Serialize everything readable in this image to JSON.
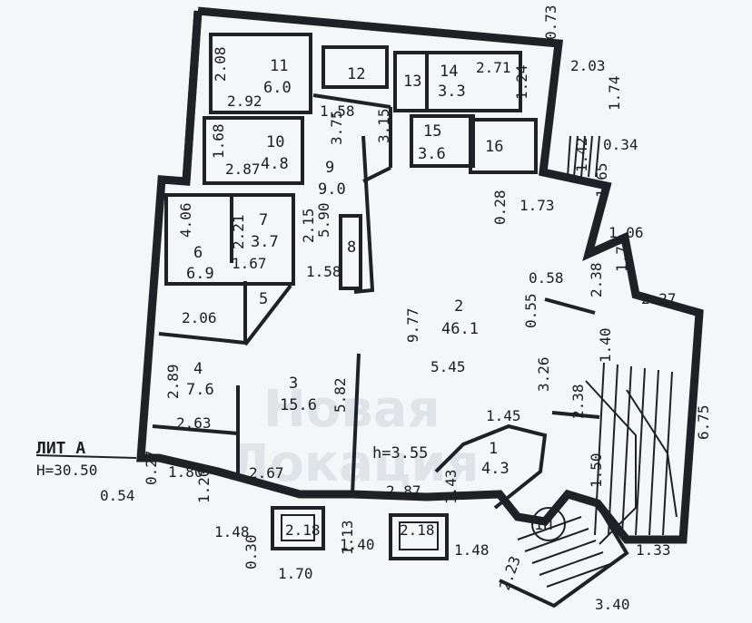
{
  "title": "ЛИТ А",
  "height_label": "Н=30.50",
  "ceiling": "h=3.55",
  "watermark": [
    "Новая",
    "Локация"
  ],
  "rooms": {
    "r1": {
      "num": "1",
      "area": "4.3"
    },
    "r2": {
      "num": "2",
      "area": "46.1"
    },
    "r3": {
      "num": "3",
      "area": "15.6"
    },
    "r4": {
      "num": "4",
      "area": "7.6"
    },
    "r5": {
      "num": "5"
    },
    "r6": {
      "num": "6",
      "area": "6.9"
    },
    "r7": {
      "num": "7",
      "area": "3.7"
    },
    "r8": {
      "num": "8"
    },
    "r9": {
      "num": "9",
      "area": "9.0"
    },
    "r10": {
      "num": "10",
      "area": "4.8"
    },
    "r11": {
      "num": "11",
      "area": "6.0"
    },
    "r12": {
      "num": "12"
    },
    "r13": {
      "num": "13"
    },
    "r14": {
      "num": "14",
      "area": "3.3"
    },
    "r15": {
      "num": "15",
      "area": "3.6"
    },
    "r16": {
      "num": "16"
    },
    "r1p": {
      "num": "1П"
    }
  },
  "dims": [
    "0.73",
    "2.03",
    "1.74",
    "0.34",
    "1.42",
    "1.65",
    "1.06",
    "1.78",
    "2.27",
    "6.75",
    "1.33",
    "3.40",
    "2.23",
    "1.48",
    "2.18",
    "1.13",
    "1.40",
    "2.18",
    "1.70",
    "0.30",
    "1.48",
    "1.20",
    "0.54",
    "0.27",
    "1.80",
    "2.08",
    "2.92",
    "1.58",
    "3.75",
    "3.15",
    "2.71",
    "1.24",
    "1.68",
    "2.87",
    "0.28",
    "1.73",
    "4.06",
    "2.21",
    "2.15",
    "5.90",
    "1.67",
    "1.58",
    "2.06",
    "2.89",
    "2.63",
    "2.67",
    "5.82",
    "9.77",
    "0.58",
    "0.55",
    "2.38",
    "1.40",
    "5.45",
    "3.26",
    "2.38",
    "1.45",
    "1.43",
    "2.87",
    "1.50"
  ]
}
